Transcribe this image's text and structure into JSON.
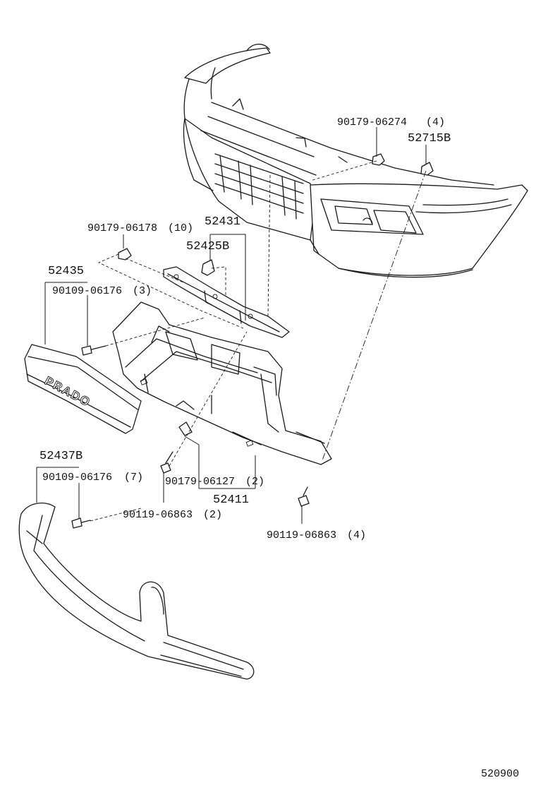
{
  "diagram": {
    "figure_number": "520900",
    "emblem_text": "PRADO",
    "callouts": [
      {
        "id": "c1",
        "part": "90179-06274",
        "qty": "(4)"
      },
      {
        "id": "c2",
        "part": "52715B",
        "qty": ""
      },
      {
        "id": "c3",
        "part": "90179-06178",
        "qty": "(10)"
      },
      {
        "id": "c4",
        "part": "52431",
        "qty": ""
      },
      {
        "id": "c5",
        "part": "52425B",
        "qty": ""
      },
      {
        "id": "c6",
        "part": "52435",
        "qty": ""
      },
      {
        "id": "c7",
        "part": "90109-06176",
        "qty": "(3)"
      },
      {
        "id": "c8",
        "part": "52437B",
        "qty": ""
      },
      {
        "id": "c9",
        "part": "90109-06176",
        "qty": "(7)"
      },
      {
        "id": "c10",
        "part": "90179-06127",
        "qty": "(2)"
      },
      {
        "id": "c11",
        "part": "52411",
        "qty": ""
      },
      {
        "id": "c12",
        "part": "90119-06863",
        "qty": "(2)"
      },
      {
        "id": "c13",
        "part": "90119-06863",
        "qty": "(4)"
      }
    ]
  }
}
